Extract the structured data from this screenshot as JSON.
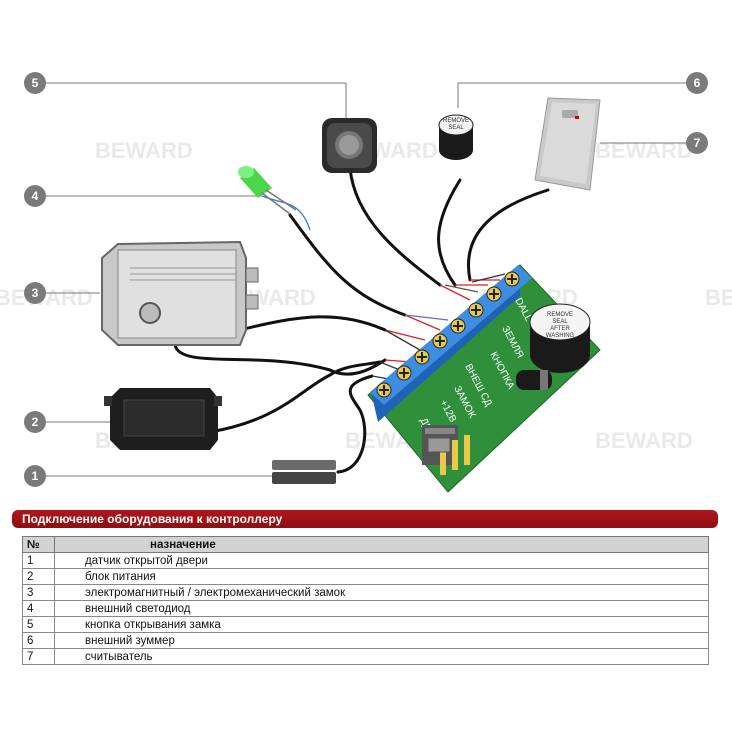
{
  "watermark": "BEWARD",
  "callouts": [
    "1",
    "2",
    "3",
    "4",
    "5",
    "6",
    "7"
  ],
  "terminals": [
    "DALL",
    "ЗЕМЛЯ",
    "КНОПКА",
    "ВНЕШ СД",
    "ЗАМОК",
    "+12В",
    "ДВЕРЬ"
  ],
  "buzzer_seal": [
    "REMOVE",
    "SEAL",
    "AFTER",
    "WASHING"
  ],
  "banner_title": "Подключение оборудования к контроллеру",
  "table": {
    "headers": [
      "№",
      "назначение"
    ],
    "rows": [
      {
        "num": "1",
        "desc": "датчик открытой двери"
      },
      {
        "num": "2",
        "desc": "блок питания"
      },
      {
        "num": "3",
        "desc": "электромагнитный / электромеханический замок"
      },
      {
        "num": "4",
        "desc": "внешний светодиод"
      },
      {
        "num": "5",
        "desc": "кнопка открывания замка"
      },
      {
        "num": "6",
        "desc": "внешний зуммер"
      },
      {
        "num": "7",
        "desc": "считыватель"
      }
    ]
  }
}
